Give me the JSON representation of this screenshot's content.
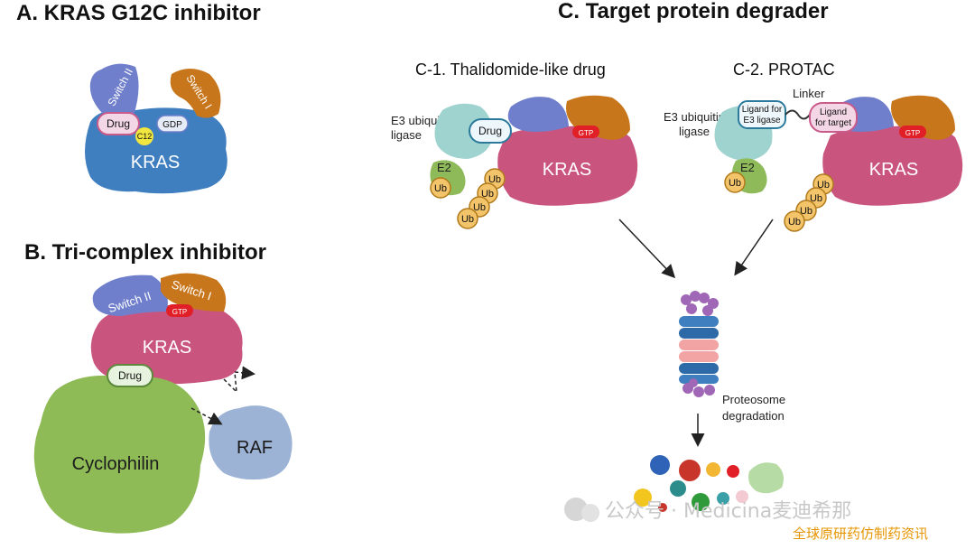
{
  "sections": {
    "a_title": "A. KRAS G12C inhibitor",
    "b_title": "B. Tri-complex inhibitor",
    "c_title": "C. Target protein degrader",
    "c1_title": "C-1. Thalidomide-like drug",
    "c2_title": "C-2. PROTAC"
  },
  "panel_a": {
    "switch2": "Switch II",
    "switch1": "Switch I",
    "drug": "Drug",
    "gdp": "GDP",
    "c12": "C12",
    "kras": "KRAS"
  },
  "panel_b": {
    "switch2": "Switch II",
    "switch1": "Switch I",
    "gtp": "GTP",
    "kras": "KRAS",
    "drug": "Drug",
    "cyclophilin": "Cyclophilin",
    "raf": "RAF"
  },
  "panel_c1": {
    "e3_line1": "E3 ubiquitin",
    "e3_line2": "ligase",
    "drug": "Drug",
    "gtp": "GTP",
    "kras": "KRAS",
    "e2": "E2",
    "ub": "Ub"
  },
  "panel_c2": {
    "e3_line1": "E3 ubiquitin",
    "e3_line2": "ligase",
    "linker": "Linker",
    "ligand_e3_line1": "Ligand for",
    "ligand_e3_line2": "E3 ligase",
    "ligand_t_line1": "Ligand",
    "ligand_t_line2": "for target",
    "gtp": "GTP",
    "kras": "KRAS",
    "e2": "E2",
    "ub": "Ub"
  },
  "proteasome": {
    "line1": "Proteosome",
    "line2": "degradation"
  },
  "watermark": {
    "line1": "公众号 · Medicina麦迪希那",
    "line2": "全球原研药仿制药资讯"
  },
  "colors": {
    "kras_blue": "#3f7fc0",
    "kras_pink": "#c9557f",
    "switch2": "#6f7fcc",
    "switch1": "#c8761c",
    "e3": "#9fd3cf",
    "e2": "#8fba5a",
    "cyclophilin": "#8fbb57",
    "raf": "#9db3d6",
    "gtp": "#e11f26",
    "ub": "#f4c46b"
  }
}
